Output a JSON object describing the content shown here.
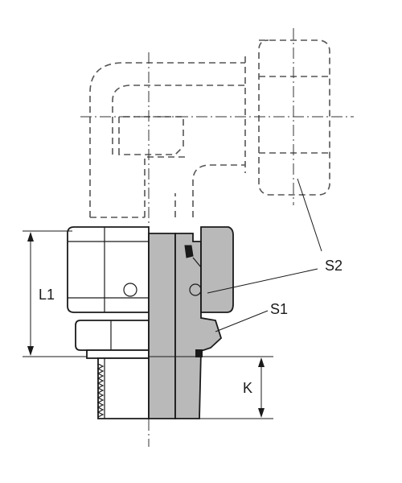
{
  "labels": {
    "l1": "L1",
    "k": "K",
    "s1": "S1",
    "s2": "S2"
  },
  "colors": {
    "line": "#1a1a1a",
    "section_fill": "#b9b9b9",
    "background": "#ffffff"
  }
}
